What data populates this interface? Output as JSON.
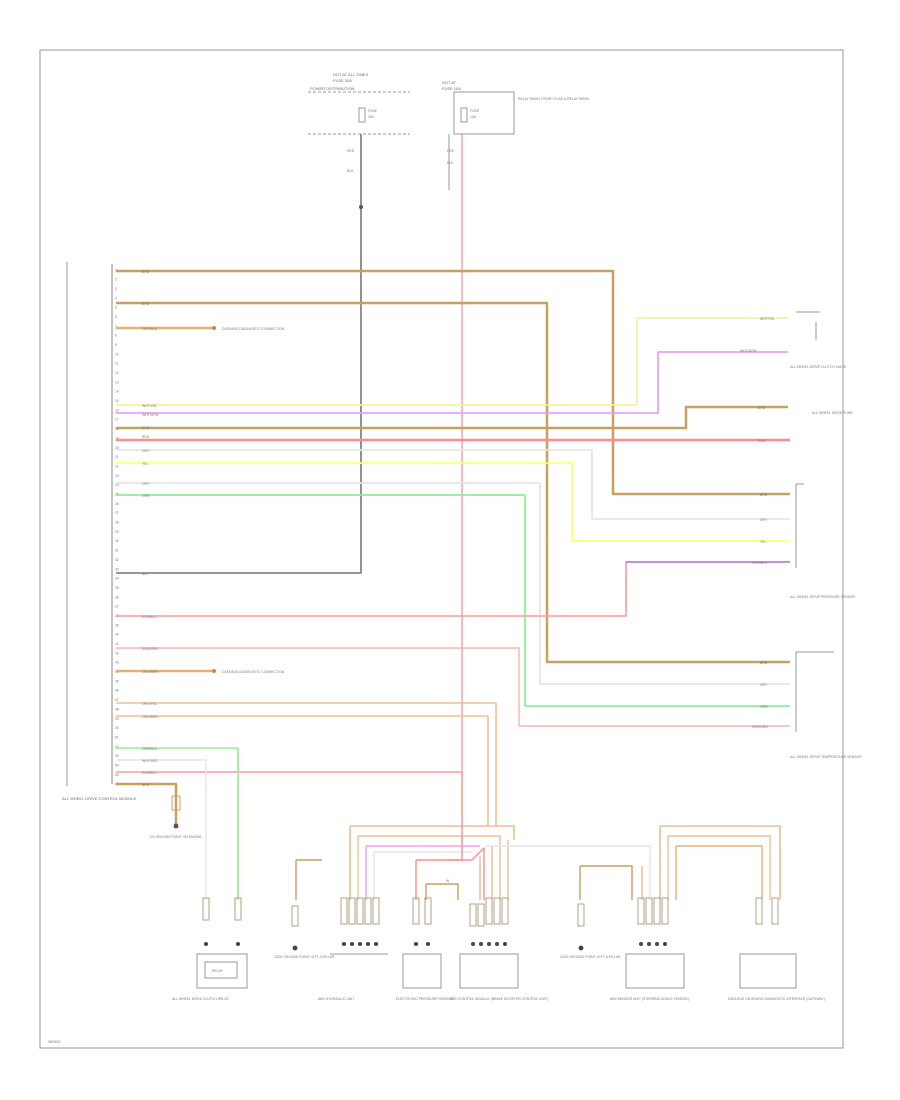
{
  "fuse_blocks": {
    "left_title": "HOT AT ALL TIMES",
    "left_sub": "FUSE 30A",
    "left_desc": "POWER DISTRIBUTION",
    "left_fuse": "FUSE",
    "left_curr": "30A",
    "right_title": "HOT AT",
    "right_sub": "FUSE 10A",
    "right_fuse": "FUSE",
    "right_curr": "10A",
    "right_desc": "RELAY PANEL FRONT FUSE & RELAY PANEL"
  },
  "module": {
    "name": "ALL WHEEL DRIVE CONTROL MODULE",
    "pins": [
      "1",
      "2",
      "3",
      "4",
      "5",
      "6",
      "7",
      "8",
      "9",
      "10",
      "11",
      "12",
      "13",
      "14",
      "15",
      "16",
      "17",
      "18",
      "19",
      "20",
      "21",
      "22",
      "23",
      "24",
      "25",
      "26",
      "27",
      "28",
      "29",
      "30",
      "31",
      "32",
      "33",
      "34",
      "35",
      "36",
      "37",
      "38",
      "39",
      "40",
      "41",
      "42",
      "43",
      "44",
      "45",
      "46",
      "47",
      "48",
      "49",
      "50",
      "51",
      "52",
      "53",
      "54",
      "55",
      "56"
    ]
  },
  "wires": {
    "w1": "BRN",
    "w2": "BRN",
    "w3": "ORG/BLU",
    "w4": "WHT/YEL",
    "w5": "WHT/GRN",
    "w6": "BRN",
    "w7": "RED",
    "w8": "GRY",
    "w9": "YEL",
    "w10": "GRY",
    "w11": "GRN",
    "w12": "BLK",
    "w13": "RED/BLU",
    "w14": "RED/GRN",
    "w15": "ORG/BRN",
    "w16": "ORG/YEL",
    "w17": "ORG/BRN",
    "w18": "GRN/BLU",
    "w19": "WHT/RED",
    "w20": "RED/BLK",
    "w21": "BRN",
    "top_left_a": "RED",
    "top_left_b": "BLK",
    "top_right_a": "RED",
    "top_right_b": "BLK"
  },
  "splices": {
    "s1": "DATA BUS DIAGNOSTIC CONNECTION",
    "s2": "DATA BUS DIAGNOSTIC CONNECTION"
  },
  "right_components": {
    "c1_wires": [
      "WHT/YEL",
      "WHT/GRN"
    ],
    "c1_label": "ALL WHEEL DRIVE CLUTCH VALVE",
    "c2_wires": [
      "BRN",
      "RED"
    ],
    "c2_label": "ALL WHEEL DRIVE PUMP",
    "c3_wires": [
      "BRN",
      "GRY",
      "YEL",
      "RED/BLU"
    ],
    "c3_label": "ALL WHEEL DRIVE PRESSURE SENSOR",
    "c4_wires": [
      "BRN",
      "GRY",
      "GRN",
      "RED/GRN"
    ],
    "c4_label": "ALL WHEEL DRIVE TEMPERATURE SENSOR"
  },
  "bottom": {
    "ground_left": "G1 GROUND POINT ON ENGINE",
    "relay_box": "RELAY",
    "relay_label": "ALL WHEEL DRIVE CLUTCH RELAY",
    "ground_mid": "G200 GROUND POINT LEFT A-PILLAR",
    "comp1": "ABS HYDRAULIC UNIT",
    "comp2": "ELECTRONIC PRESSURE SENSOR",
    "comp3": "ABS CONTROL MODULE (BRAKE BOOSTER CONTROL UNIT)",
    "ground_right": "G400 GROUND POINT LEFT A-PILLAR",
    "comp4": "ABS SENSOR UNIT (STEERING ANGLE SENSOR)",
    "comp5": "DATA BUS ON BOARD DIAGNOSTIC INTERFACE (GATEWAY)",
    "bus_dot": "W"
  },
  "footer": "WIRING"
}
